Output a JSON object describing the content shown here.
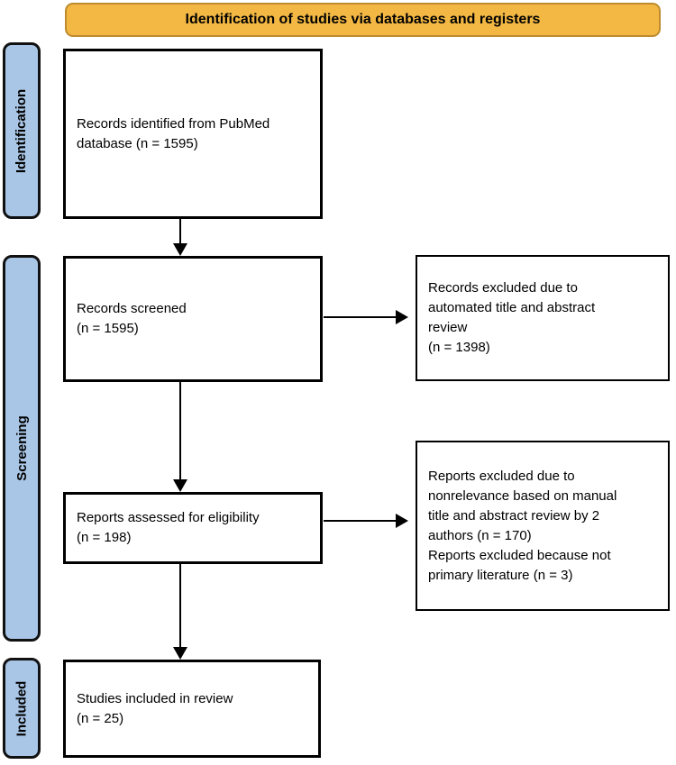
{
  "banner": {
    "label": "Identification of studies via databases and registers"
  },
  "stages": [
    {
      "label": "Identification"
    },
    {
      "label": "Screening"
    },
    {
      "label": "Included"
    }
  ],
  "boxes": {
    "records_identified": {
      "text": "Records identified from PubMed\ndatabase (n = 1595)"
    },
    "records_screened": {
      "text": "Records screened\n(n = 1595)"
    },
    "records_excluded": {
      "text": "Records excluded due to\nautomated title and abstract\nreview\n(n = 1398)"
    },
    "reports_assessed": {
      "text": "Reports assessed for eligibility\n(n = 198)"
    },
    "reports_excluded": {
      "text": "Reports excluded due to\nnonrelevance based on manual\ntitle and abstract review by 2\nauthors (n = 170)\nReports excluded because not\nprimary literature (n = 3)"
    },
    "studies_included": {
      "text": "Studies included in review\n(n = 25)"
    }
  },
  "colors": {
    "banner_fill": "#F3B843",
    "banner_border": "#BE8B2E",
    "stage_fill": "#A9C6E6",
    "box_border": "#000000",
    "text": "#000000"
  }
}
